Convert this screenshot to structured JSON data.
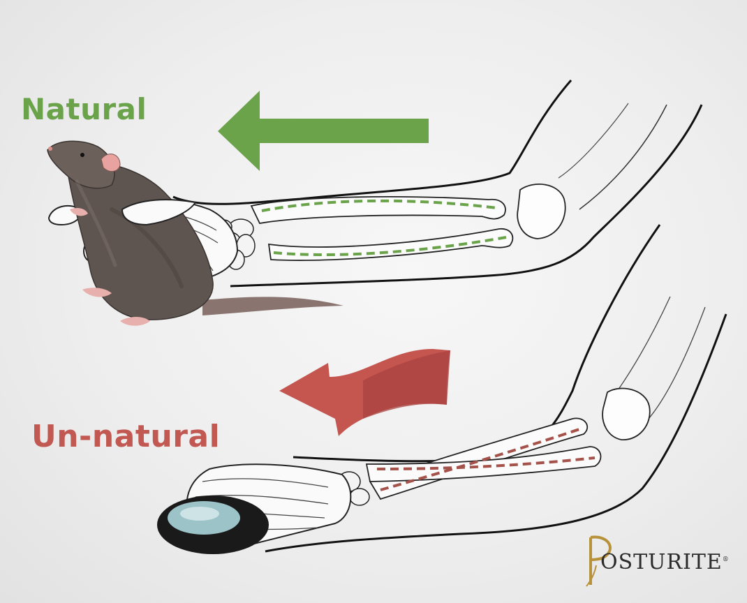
{
  "labels": {
    "natural": "Natural",
    "unnatural": "Un-natural"
  },
  "logo": {
    "text": "OSTURITE",
    "registered": "®"
  },
  "colors": {
    "natural_green": "#6aa34a",
    "unnatural_red": "#c25852",
    "background": "#ececec",
    "logo_gold": "#b8923a"
  },
  "icons": {
    "natural_arrow": "left-arrow-icon",
    "unnatural_arrow": "twisted-arrow-icon",
    "rat": "rat-illustration",
    "mouse": "computer-mouse-icon"
  }
}
